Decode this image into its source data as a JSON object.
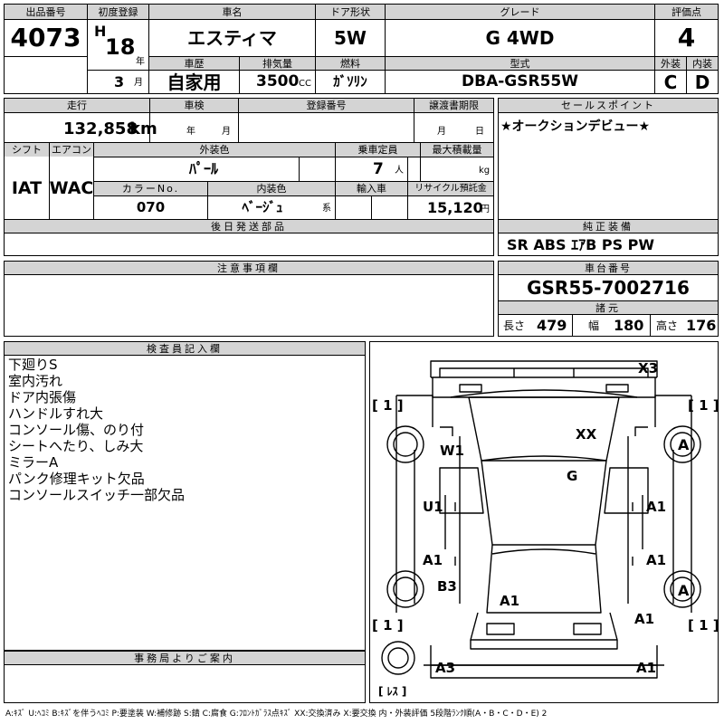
{
  "lot": {
    "label": "出品番号",
    "value": "4073"
  },
  "first_reg": {
    "label": "初度登録",
    "era": "H",
    "year": "18",
    "year_unit": "年",
    "month": "3",
    "month_unit": "月"
  },
  "car_name": {
    "label": "車名",
    "value": "エスティマ"
  },
  "doors": {
    "label": "ドア形状",
    "value": "5W"
  },
  "grade": {
    "label": "グレード",
    "value": "G 4WD"
  },
  "score": {
    "label": "評価点",
    "value": "4"
  },
  "history": {
    "label": "車歴",
    "value": "自家用"
  },
  "displacement": {
    "label": "排気量",
    "value": "3500",
    "unit": "CC"
  },
  "fuel": {
    "label": "燃料",
    "value": "ｶﾞｿﾘﾝ"
  },
  "model": {
    "label": "型式",
    "value": "DBA-GSR55W"
  },
  "ext_int": {
    "ext_label": "外装",
    "int_label": "内装",
    "ext": "C",
    "int": "D"
  },
  "mileage": {
    "label": "走行",
    "value": "132,858",
    "unit": "km"
  },
  "inspection": {
    "label": "車検",
    "year_unit": "年",
    "month_unit": "月"
  },
  "reg_no": {
    "label": "登録番号"
  },
  "transfer_deadline": {
    "label": "譲渡書期限",
    "month_unit": "月",
    "day_unit": "日"
  },
  "sales_point": {
    "label": "セールスポイント",
    "text": "★オークションデビュー★"
  },
  "shift": {
    "label": "シフト",
    "value": "IAT"
  },
  "aircon": {
    "label": "エアコン",
    "value": "WAC"
  },
  "ext_color": {
    "label": "外装色",
    "value": "ﾊﾟｰﾙ"
  },
  "capacity": {
    "label": "乗車定員",
    "value": "7",
    "unit": "人"
  },
  "max_load": {
    "label": "最大積載量",
    "unit": "kg"
  },
  "color_no": {
    "label": "カラーNo.",
    "value": "070"
  },
  "int_color": {
    "label": "内装色",
    "value": "ﾍﾞｰｼﾞｭ",
    "suffix": "系"
  },
  "import": {
    "label": "輸入車"
  },
  "recycle": {
    "label": "リサイクル預託金",
    "value": "15,120",
    "unit": "円"
  },
  "later_parts": {
    "label": "後日発送部品"
  },
  "genuine_equip": {
    "label": "純正装備",
    "value": "SR ABS ｴｱB PS PW"
  },
  "notes": {
    "label": "注意事項欄"
  },
  "chassis": {
    "label": "車台番号",
    "value": "GSR55-7002716"
  },
  "specs": {
    "label": "諸元",
    "length_label": "長さ",
    "length": "479",
    "width_label": "幅",
    "width": "180",
    "height_label": "高さ",
    "height": "176"
  },
  "inspector": {
    "label": "検査員記入欄",
    "lines": [
      "下廻りS",
      "室内汚れ",
      "ドア内張傷",
      "ハンドルすれ大",
      "コンソール傷、のり付",
      "シートへたり、しみ大",
      "ミラーA",
      "パンク修理キット欠品",
      "コンソールスイッチ一部欠品"
    ]
  },
  "office": {
    "label": "事務局よりご案内"
  },
  "diagram": {
    "x3": "X3",
    "xx": "XX",
    "g": "G",
    "w1": "W1",
    "u1": "U1",
    "a1_left_door": "A1",
    "a1_right_front": "A1",
    "a1_right_rear": "A1",
    "b3": "B3",
    "a1_rear_center": "A1",
    "a1_right_quarter": "A1",
    "a3": "A3",
    "a1_rear_bumper": "A1",
    "tire_fr": "A",
    "tire_rr": "A",
    "bracket_fl": "[ 1 ]",
    "bracket_fr": "[ 1 ]",
    "bracket_rl": "[ 1 ]",
    "bracket_rr": "[ 1 ]",
    "spare": "[ ﾚｽ ]"
  },
  "legend": "A:ｷｽﾞ U:ﾍｺﾐ B:ｷｽﾞを伴うﾍｺﾐ P:要塗装 W:補修跡 S:錆 C:腐食 G:ﾌﾛﾝﾄｶﾞﾗｽ点ｷｽﾞ XX:交換済み X:要交換 内・外装評価 5段階ﾗﾝｸ順(A・B・C・D・E) 2"
}
